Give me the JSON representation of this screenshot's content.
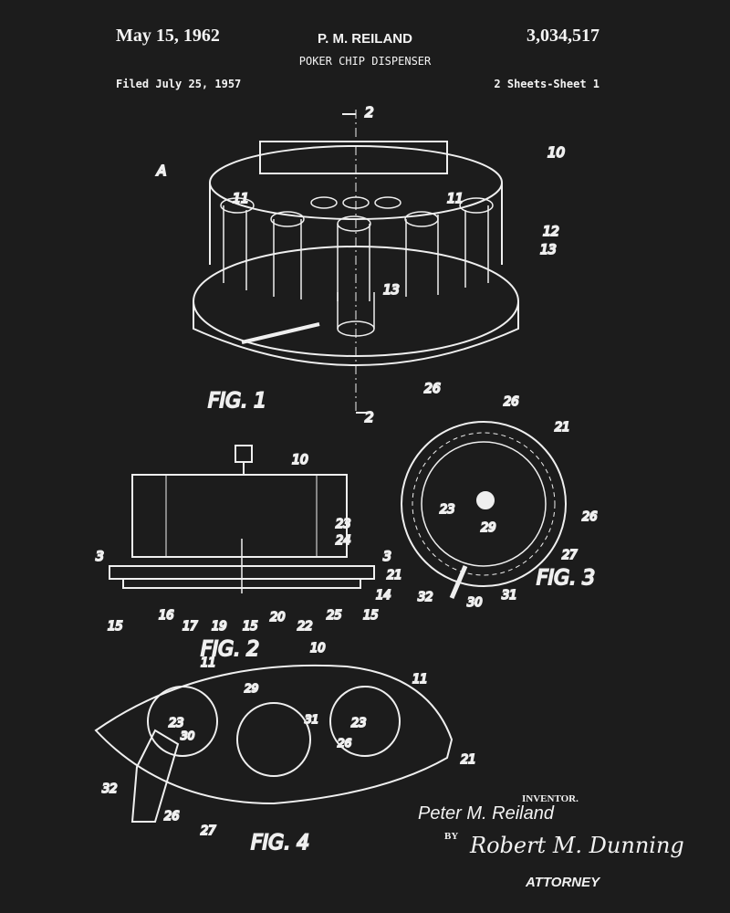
{
  "header": {
    "date": "May 15, 1962",
    "inventor_header": "P. M. REILAND",
    "patent_number": "3,034,517",
    "title": "POKER CHIP DISPENSER",
    "filed": "Filed July 25, 1957",
    "sheets": "2 Sheets-Sheet 1"
  },
  "fig1": {
    "caption": "FIG. 1",
    "labels": [
      "2",
      "A",
      "10",
      "11",
      "11",
      "12",
      "13",
      "13",
      "26",
      "2"
    ]
  },
  "fig2": {
    "caption": "FIG. 2",
    "labels": [
      "10",
      "23",
      "24",
      "3",
      "3",
      "21",
      "14",
      "15",
      "16",
      "17",
      "19",
      "15",
      "20",
      "22",
      "25",
      "15"
    ]
  },
  "fig3": {
    "caption": "FIG. 3",
    "labels": [
      "26",
      "21",
      "23",
      "26",
      "29",
      "27",
      "32",
      "30",
      "31"
    ]
  },
  "fig4": {
    "caption": "FIG. 4",
    "labels": [
      "11",
      "10",
      "11",
      "29",
      "31",
      "23",
      "23",
      "30",
      "26",
      "21",
      "32",
      "26",
      "27"
    ]
  },
  "signature": {
    "inventor_label": "INVENTOR.",
    "inventor_name": "Peter M. Reiland",
    "by": "BY",
    "attorney_signature": "Robert M. Dunning",
    "attorney_label": "ATTORNEY"
  },
  "colors": {
    "background": "#1c1c1c",
    "ink": "#f0f0f0"
  }
}
